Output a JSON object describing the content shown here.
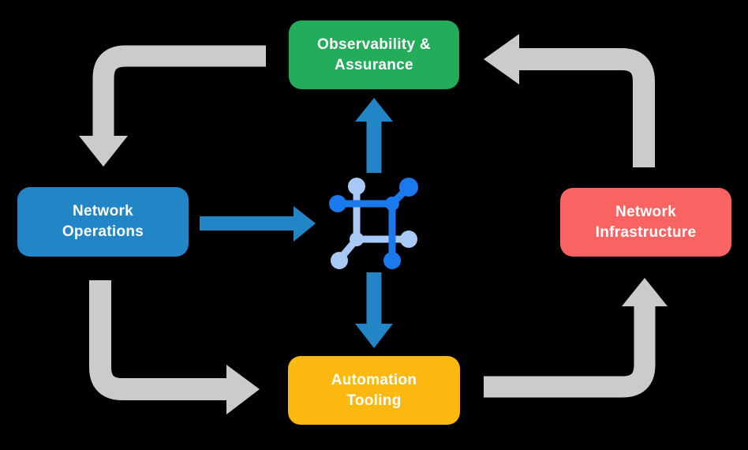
{
  "boxes": {
    "observability_assurance": {
      "label": "Observability &\nAssurance",
      "color": "#23AD5B"
    },
    "network_operations": {
      "label": "Network\nOperations",
      "color": "#2185C6"
    },
    "network_infrastructure": {
      "label": "Network\nInfrastructure",
      "color": "#F96462"
    },
    "automation_tooling": {
      "label": "Automation\nTooling",
      "color": "#FBB90F"
    }
  },
  "colors": {
    "background": "#000000",
    "label_text": "#FFFFFF",
    "flow_arrow_gray": "#CBCBCB",
    "blue_arrow": "#2185C6",
    "icon_dark_blue": "#1B79EE",
    "icon_light_blue": "#A8C9F6"
  },
  "icons": {
    "center_icon": "network-mesh-icon"
  }
}
